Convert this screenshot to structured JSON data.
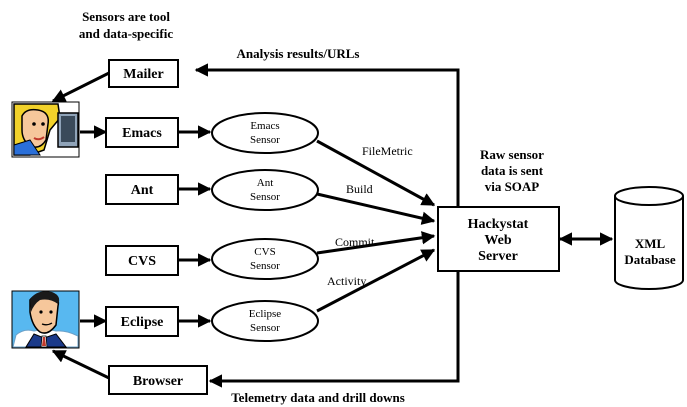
{
  "captions": {
    "sensors_note_line1": "Sensors are tool",
    "sensors_note_line2": "and data-specific",
    "analysis": "Analysis results/URLs",
    "telemetry": "Telemetry data and drill downs",
    "raw_line1": "Raw sensor",
    "raw_line2": "data is sent",
    "raw_line3": "via SOAP"
  },
  "tools": {
    "mailer": "Mailer",
    "emacs": "Emacs",
    "ant": "Ant",
    "cvs": "CVS",
    "eclipse": "Eclipse",
    "browser": "Browser"
  },
  "sensors": {
    "emacs": {
      "line1": "Emacs",
      "line2": "Sensor"
    },
    "ant": {
      "line1": "Ant",
      "line2": "Sensor"
    },
    "cvs": {
      "line1": "CVS",
      "line2": "Sensor"
    },
    "eclipse": {
      "line1": "Eclipse",
      "line2": "Sensor"
    }
  },
  "edge_labels": {
    "filemetric": "FileMetric",
    "build": "Build",
    "commit": "Commit",
    "activity": "Activity"
  },
  "server": {
    "line1": "Hackystat",
    "line2": "Web",
    "line3": "Server"
  },
  "database": {
    "line1": "XML",
    "line2": "Database"
  },
  "icons": {
    "user_top": "woman-at-computer-icon",
    "user_bottom": "man-with-tie-icon"
  },
  "colors": {
    "stroke": "#000000",
    "skin": "#f6c79b",
    "hair_blonde": "#f2d22a",
    "sky_blue": "#58b8f0"
  }
}
